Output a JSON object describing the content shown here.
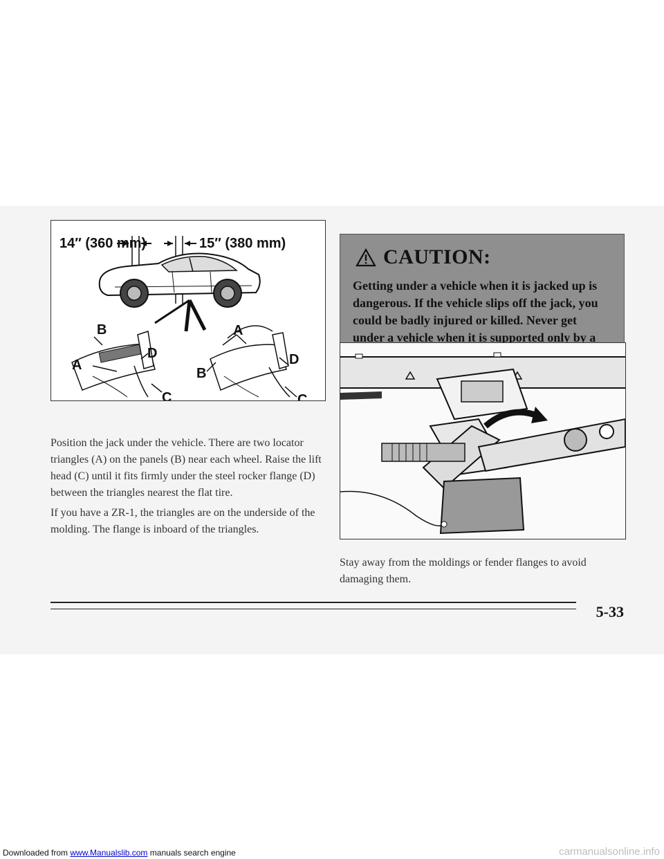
{
  "footer": {
    "prefix": "Downloaded from ",
    "link": "www.Manualslib.com",
    "suffix": " manuals search engine"
  },
  "watermark": "carmanualsonline.info",
  "figure_left": {
    "dim_front": "14″ (360 mm)",
    "dim_rear": "15″ (380 mm)",
    "callouts": {
      "a": "A",
      "b": "B",
      "c": "C",
      "d": "D"
    }
  },
  "caution": {
    "title": "CAUTION:",
    "text": "Getting under a vehicle when it is jacked up is dangerous. If the vehicle slips off the jack, you could be badly injured or killed. Never get under a vehicle when it is supported only by a jack."
  },
  "paragraphs": {
    "p1": "Position the jack under the vehicle. There are two locator triangles (A) on the panels (B) near each wheel. Raise the lift head (C) until it fits firmly under the steel rocker flange (D) between the triangles nearest the flat tire.",
    "p2": "If you have a ZR-1, the triangles are on the underside of the molding. The flange is inboard of the triangles.",
    "p3": "Stay away from the moldings or fender flanges to avoid damaging them."
  },
  "page_number": "5-33"
}
